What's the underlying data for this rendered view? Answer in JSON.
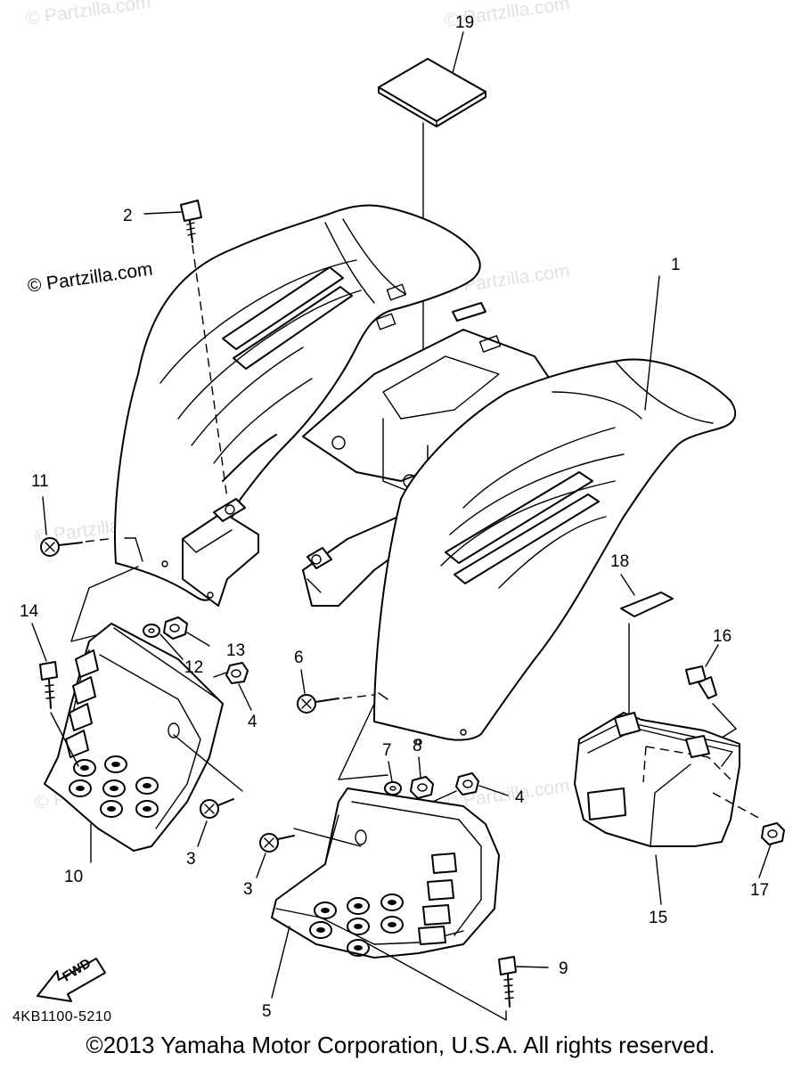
{
  "watermark": "© Partzilla.com",
  "part_number": "4KB1100-5210",
  "direction_label": "FWD",
  "copyright": "©2013  Yamaha Motor Corporation, U.S.A. All rights reserved.",
  "callouts": {
    "c1": "1",
    "c2": "2",
    "c3a": "3",
    "c3b": "3",
    "c4a": "4",
    "c4b": "4",
    "c5": "5",
    "c6": "6",
    "c7a": "7",
    "c8": "8",
    "c9": "9",
    "c10": "10",
    "c11": "11",
    "c12": "12",
    "c13": "13",
    "c14": "14",
    "c15": "15",
    "c16": "16",
    "c17": "17",
    "c18": "18",
    "c19": "19"
  }
}
